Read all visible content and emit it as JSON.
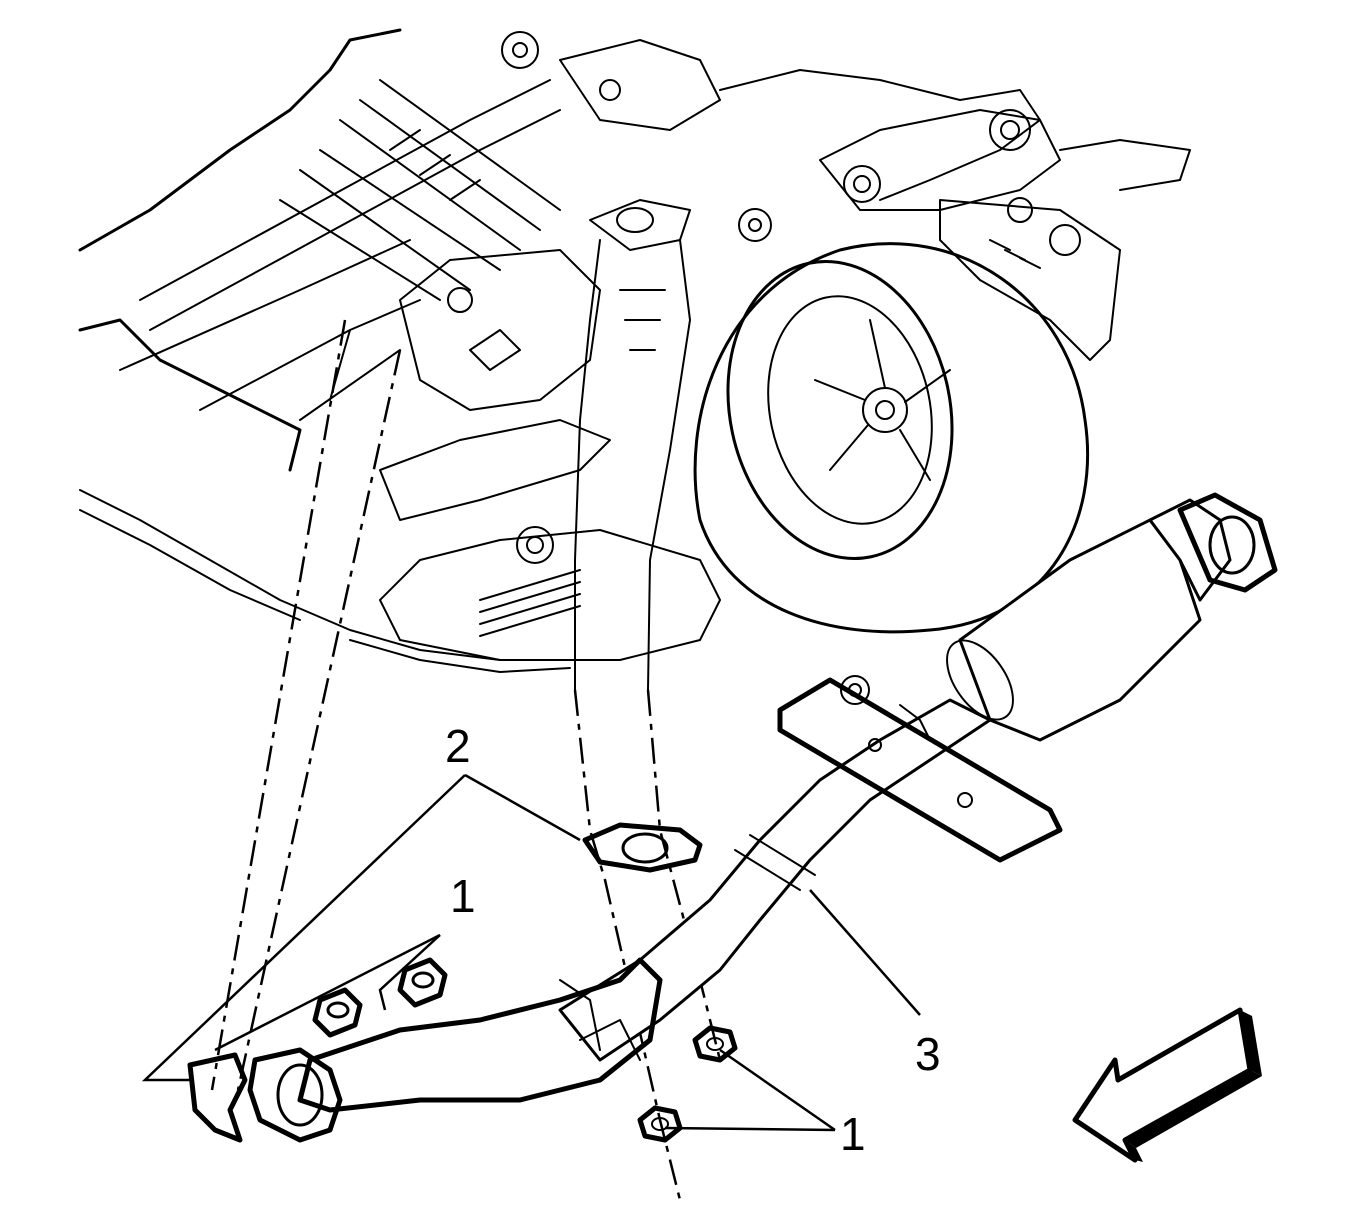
{
  "callouts": {
    "nut_top": "1",
    "seal": "2",
    "pipe": "3",
    "nut_bottom": "1"
  },
  "colors": {
    "line": "#000000",
    "background": "#ffffff"
  },
  "icons": {
    "front_arrow": "direction-arrow-icon"
  }
}
